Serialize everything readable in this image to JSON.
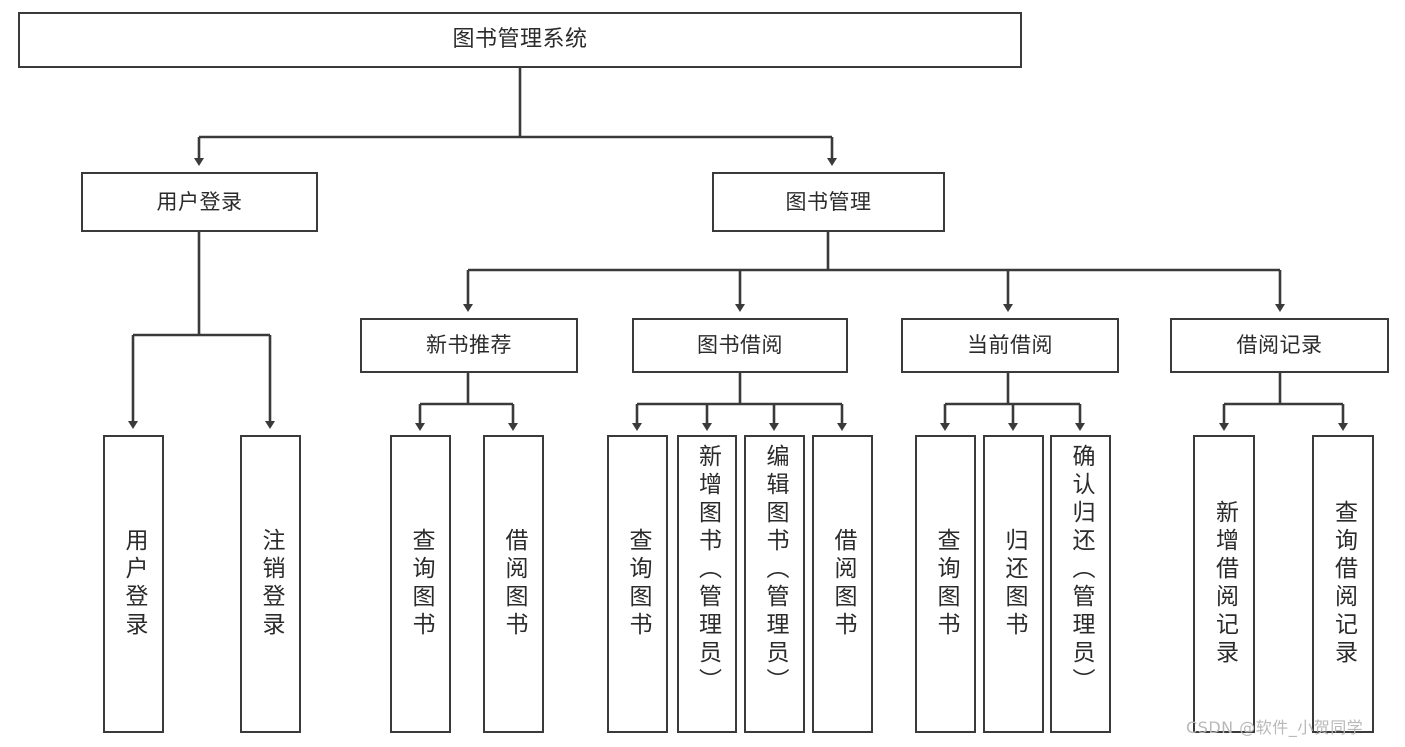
{
  "diagram": {
    "type": "tree",
    "title": "图书管理系统",
    "root": {
      "label": "图书管理系统"
    },
    "level1": [
      {
        "label": "用户登录"
      },
      {
        "label": "图书管理"
      }
    ],
    "level2": [
      {
        "label": "新书推荐"
      },
      {
        "label": "图书借阅"
      },
      {
        "label": "当前借阅"
      },
      {
        "label": "借阅记录"
      }
    ],
    "leaves": {
      "user_login": [
        {
          "label": "用户登录"
        },
        {
          "label": "注销登录"
        }
      ],
      "new_book_recommend": [
        {
          "label": "查询图书"
        },
        {
          "label": "借阅图书"
        }
      ],
      "book_borrow": [
        {
          "label": "查询图书"
        },
        {
          "label": "新增图书（管理员）"
        },
        {
          "label": "编辑图书（管理员）"
        },
        {
          "label": "借阅图书"
        }
      ],
      "current_borrow": [
        {
          "label": "查询图书"
        },
        {
          "label": "归还图书"
        },
        {
          "label": "确认归还（管理员）"
        }
      ],
      "borrow_record": [
        {
          "label": "新增借阅记录"
        },
        {
          "label": "查询借阅记录"
        }
      ]
    }
  },
  "watermark": {
    "text": "CSDN @软件_小贺同学"
  },
  "colors": {
    "background": "#ffffff",
    "box_fill": "#ffffff",
    "box_stroke": "#3a3a3a",
    "text": "#2b2b2b",
    "connector": "#3a3a3a",
    "watermark": "#b9b9b9"
  }
}
